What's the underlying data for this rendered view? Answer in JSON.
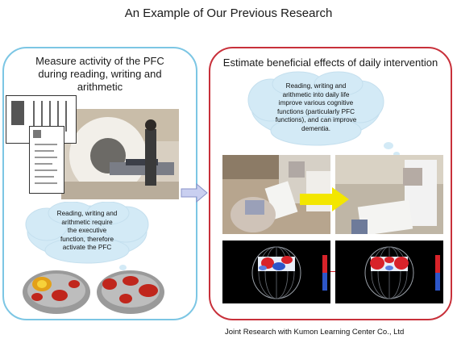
{
  "title": "An Example of Our Previous Research",
  "left_panel": {
    "heading": [
      "Measure activity of the PFC",
      "during reading, writing and",
      "arithmetic"
    ],
    "cloud_text": [
      "Reading, writing and",
      "arithmetic require",
      "the executive",
      "function, therefore",
      "activate the PFC"
    ]
  },
  "right_panel": {
    "heading": "Estimate beneficial effects of daily intervention",
    "cloud_text": [
      "Reading, writing and",
      "arithmetic into daily life",
      "improve various cognitive",
      "functions (particularly PFC",
      "functions), and can improve",
      "dementia."
    ]
  },
  "footer": "Joint Research with Kumon Learning Center Co., Ltd",
  "colors": {
    "left_border": "#7cc6e4",
    "right_border": "#c8303a",
    "cloud_fill": "#d3eaf6",
    "arrow_fill": "#c9cff0",
    "yellow_arrow": "#f3e600"
  }
}
